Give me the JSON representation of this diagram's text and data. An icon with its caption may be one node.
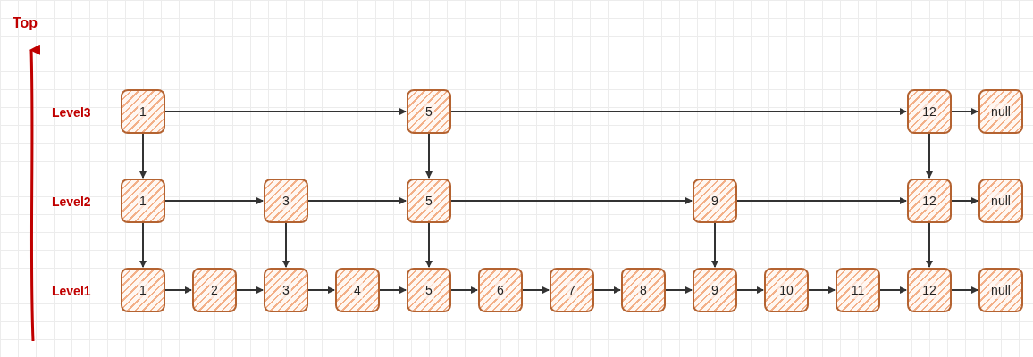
{
  "diagram": {
    "nodes": [
      {
        "text": [
          "1"
        ]
      },
      {
        "text": [
          "5"
        ]
      },
      {
        "text": [
          "12"
        ]
      },
      {
        "text": [
          "null"
        ]
      },
      {
        "text": [
          "1"
        ]
      },
      {
        "text": [
          "3"
        ]
      },
      {
        "text": [
          "5"
        ]
      },
      {
        "text": [
          "9"
        ]
      },
      {
        "text": [
          "12"
        ]
      },
      {
        "text": [
          "null"
        ]
      },
      {
        "text": [
          "1"
        ]
      },
      {
        "text": [
          "2"
        ]
      },
      {
        "text": [
          "3"
        ]
      },
      {
        "text": [
          "4"
        ]
      },
      {
        "text": [
          "5"
        ]
      },
      {
        "text": [
          "6"
        ]
      },
      {
        "text": [
          "7"
        ]
      },
      {
        "text": [
          "8"
        ]
      },
      {
        "text": [
          "9"
        ]
      },
      {
        "text": [
          "10"
        ]
      },
      {
        "text": [
          "11"
        ]
      },
      {
        "text": [
          "12"
        ]
      },
      {
        "text": [
          "null"
        ]
      }
    ],
    "edges": [
      {
        "from": 0,
        "to": 1,
        "arrow": "to"
      },
      {
        "from": 1,
        "to": 2,
        "arrow": "to"
      },
      {
        "from": 2,
        "to": 3,
        "arrow": "to"
      },
      {
        "from": 4,
        "to": 5,
        "arrow": "to"
      },
      {
        "from": 5,
        "to": 6,
        "arrow": "to"
      },
      {
        "from": 6,
        "to": 7,
        "arrow": "to"
      },
      {
        "from": 7,
        "to": 8,
        "arrow": "to"
      },
      {
        "from": 8,
        "to": 9,
        "arrow": "to"
      },
      {
        "from": 10,
        "to": 11,
        "arrow": "to"
      },
      {
        "from": 11,
        "to": 12,
        "arrow": "to"
      },
      {
        "from": 12,
        "to": 13,
        "arrow": "to"
      },
      {
        "from": 13,
        "to": 14,
        "arrow": "to"
      },
      {
        "from": 14,
        "to": 15,
        "arrow": "to"
      },
      {
        "from": 15,
        "to": 16,
        "arrow": "to"
      },
      {
        "from": 16,
        "to": 17,
        "arrow": "to"
      },
      {
        "from": 17,
        "to": 18,
        "arrow": "to"
      },
      {
        "from": 18,
        "to": 19,
        "arrow": "to"
      },
      {
        "from": 19,
        "to": 20,
        "arrow": "to"
      },
      {
        "from": 20,
        "to": 21,
        "arrow": "to"
      },
      {
        "from": 21,
        "to": 22,
        "arrow": "to"
      },
      {
        "from": 0,
        "to": 4,
        "arrow": "to"
      },
      {
        "from": 1,
        "to": 6,
        "arrow": "to"
      },
      {
        "from": 2,
        "to": 8,
        "arrow": "to"
      },
      {
        "from": 4,
        "to": 10,
        "arrow": "to"
      },
      {
        "from": 5,
        "to": 12,
        "arrow": "to"
      },
      {
        "from": 6,
        "to": 14,
        "arrow": "to"
      },
      {
        "from": 7,
        "to": 18,
        "arrow": "to"
      },
      {
        "from": 8,
        "to": 21,
        "arrow": "to"
      }
    ],
    "labels": [
      "Top",
      "Level3",
      "Level2",
      "Level1"
    ]
  }
}
